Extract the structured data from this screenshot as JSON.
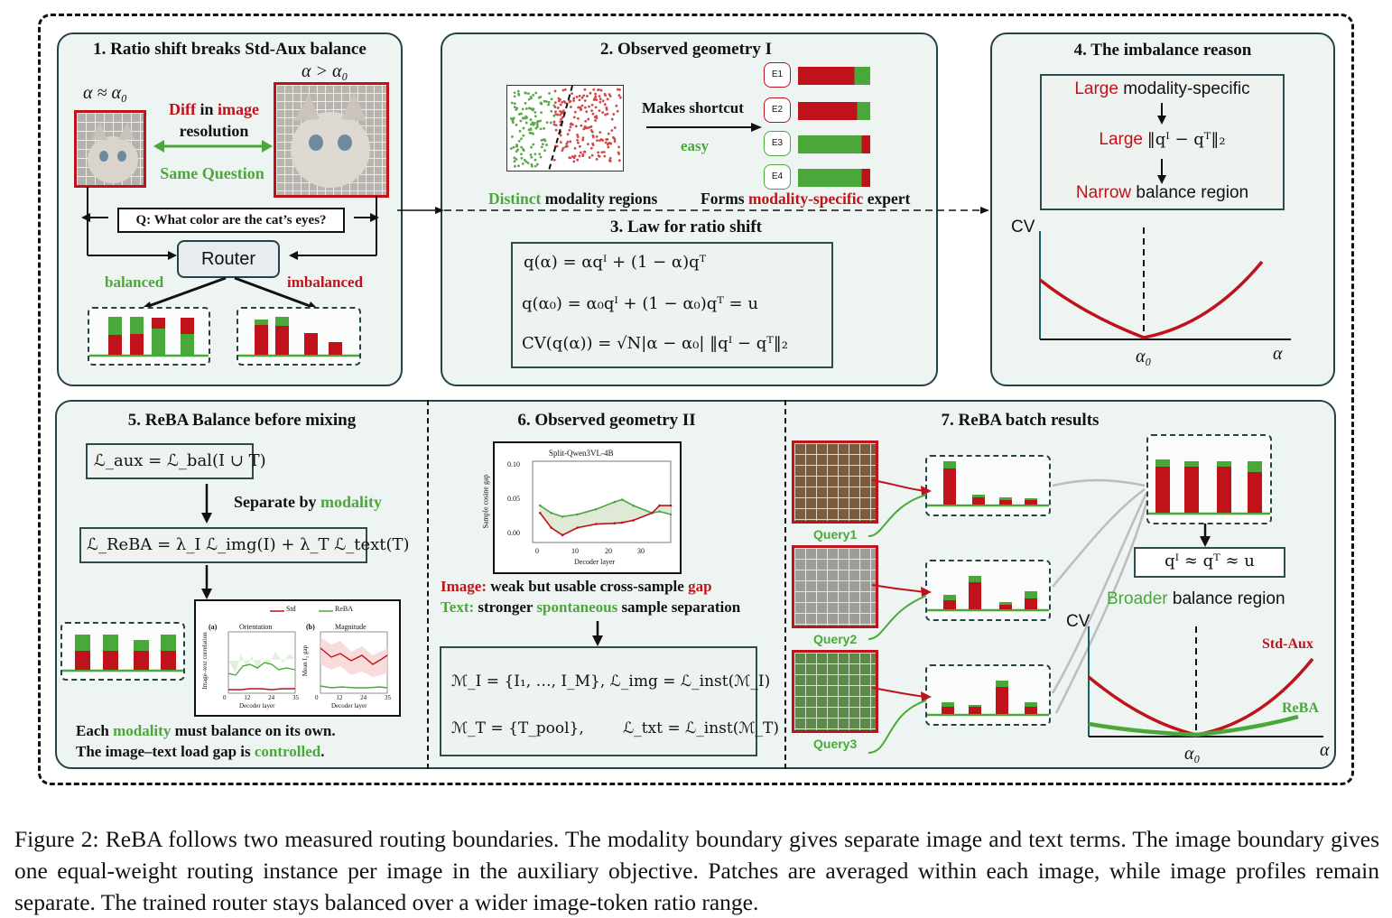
{
  "p1": {
    "title": "1. Ratio shift breaks Std-Aux balance",
    "alpha_approx": "α ≈ α₀",
    "alpha_gt": "α > α₀",
    "diff": "Diff",
    "in": "in",
    "image": "image",
    "resolution": "resolution",
    "same_question": "Same Question",
    "question": "Q: What color are the cat’s eyes?",
    "router": "Router",
    "balanced": "balanced",
    "imbalanced": "imbalanced"
  },
  "p2": {
    "title": "2. Observed geometry I",
    "makes_shortcut": "Makes shortcut",
    "easy": "easy",
    "experts": [
      "E1",
      "E2",
      "E3",
      "E4"
    ],
    "distinct": "Distinct",
    "modality_regions": "modality regions",
    "forms": "Forms",
    "modality_specific": "modality-specific",
    "expert": "expert"
  },
  "p3": {
    "title": "3. Law for ratio shift",
    "f1": "q(α) = αqᴵ + (1 − α)qᵀ",
    "f2": "q(α₀) = α₀qᴵ + (1 − α₀)qᵀ = u",
    "f3": "CV(q(α)) = √N|α − α₀| ‖qᴵ − qᵀ‖₂"
  },
  "p4": {
    "title": "4. The imbalance reason",
    "large": "Large",
    "modality_specific": "modality-specific",
    "norm": "‖qᴵ − qᵀ‖₂",
    "narrow": "Narrow",
    "balance_region": "balance region",
    "cv": "CV",
    "a0": "α₀",
    "a": "α"
  },
  "p5": {
    "title": "5. ReBA Balance before mixing",
    "f_aux": "ℒ_aux = ℒ_bal(I ∪ T)",
    "separate_by": "Separate by",
    "modality": "modality",
    "f_reba": "ℒ_ReBA = λ_I ℒ_img(I) + λ_T ℒ_text(T)",
    "legend_std": "Std",
    "legend_reba": "ReBA",
    "sub_a": "(a)",
    "sub_a_title": "Orientation",
    "sub_b": "(b)",
    "sub_b_title": "Magnitude",
    "ylabel_a": "Image–text correlation",
    "ylabel_b": "Mean I₂ gap",
    "xlabel": "Decoder layer",
    "xticks": [
      "0",
      "12",
      "24",
      "35"
    ],
    "line1_a": "Each",
    "line1_b": "modality",
    "line1_c": "must balance on its own.",
    "line2_a": "The image–text load gap is",
    "line2_b": "controlled",
    "line2_c": "."
  },
  "p6": {
    "title": "6. Observed geometry II",
    "chart_title": "Split-Qwen3VL-4B",
    "ylabel": "Sample cosine gap",
    "xlabel": "Decoder layer",
    "yticks": [
      "0.10",
      "0.05",
      "0.00"
    ],
    "xticks": [
      "0",
      "10",
      "20",
      "30"
    ],
    "img_label": "Image:",
    "img_text": "weak but usable cross-sample",
    "gap": "gap",
    "txt_label": "Text:",
    "txt_text1": "stronger",
    "spontaneous": "spontaneous",
    "txt_text2": "sample separation",
    "f_mi": "ℳ_I = {I₁, …, I_M}, ℒ_img = ℒ_inst(ℳ_I)",
    "f_mt": "ℳ_T = {T_pool},        ℒ_txt = ℒ_inst(ℳ_T)"
  },
  "p7": {
    "title": "7. ReBA batch results",
    "queries": [
      "Query1",
      "Query2",
      "Query3"
    ],
    "qeq": "qᴵ ≈ qᵀ ≈ u",
    "broader": "Broader",
    "balance_region": "balance region",
    "cv": "CV",
    "std_aux": "Std-Aux",
    "reba": "ReBA",
    "a0": "α₀",
    "a": "α"
  },
  "caption": "Figure 2: ReBA follows two measured routing boundaries. The modality boundary gives separate image and text terms. The image boundary gives one equal-weight routing instance per image in the auxiliary objective. Patches are averaged within each image, while image profiles remain separate. The trained router stays balanced over a wider image-token ratio range.",
  "colors": {
    "red": "#c0121b",
    "green": "#4aa83a",
    "border": "#25424a",
    "panel": "#eef4f1"
  },
  "chart_data": [
    {
      "type": "line",
      "title": "Split-Qwen3VL-4B",
      "xlabel": "Decoder layer",
      "ylabel": "Sample cosine gap",
      "xlim": [
        -2,
        35
      ],
      "ylim": [
        -0.01,
        0.1
      ],
      "series": [
        {
          "x": [
            0,
            3,
            6,
            10,
            15,
            20,
            22,
            25,
            30,
            32,
            35
          ],
          "values": [
            0.04,
            0.03,
            0.025,
            0.028,
            0.035,
            0.045,
            0.048,
            0.04,
            0.03,
            0.032,
            0.028
          ]
        },
        {
          "x": [
            0,
            3,
            6,
            10,
            15,
            20,
            22,
            25,
            30,
            32,
            35
          ],
          "values": [
            0.03,
            0.01,
            0.0,
            0.01,
            0.015,
            0.016,
            0.017,
            0.02,
            0.03,
            0.04,
            0.04
          ]
        }
      ]
    }
  ]
}
